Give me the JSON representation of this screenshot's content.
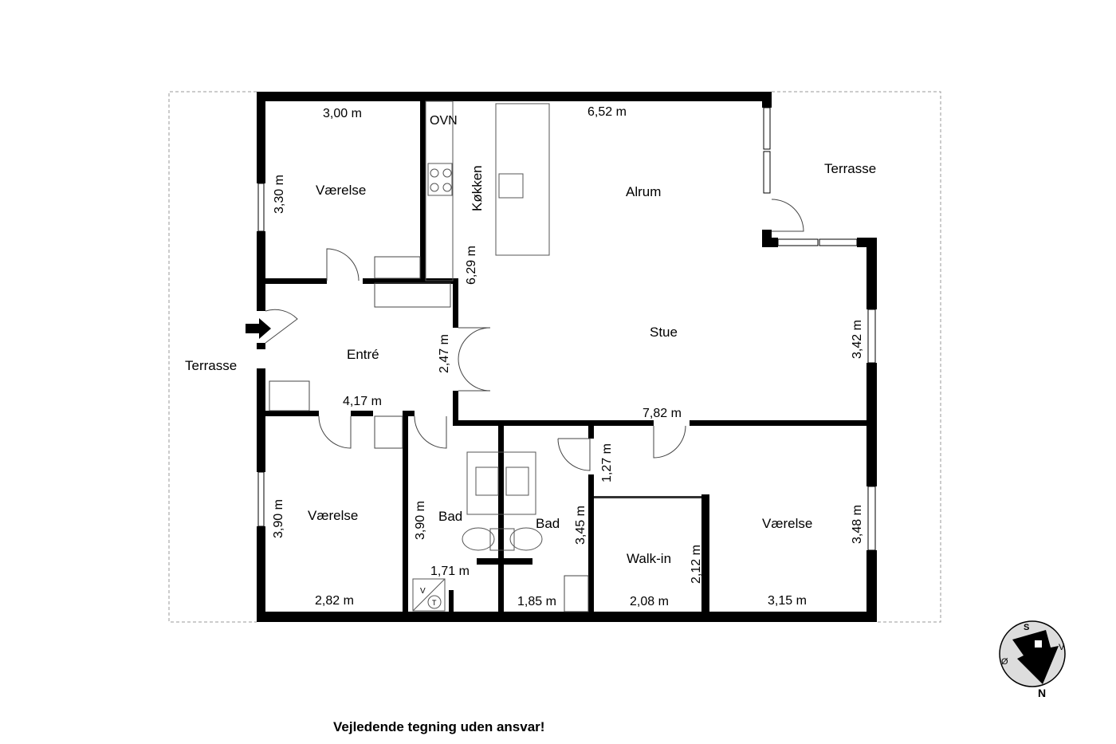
{
  "rooms": {
    "vaerelse_nw": "Værelse",
    "koekken": "Køkken",
    "alrum": "Alrum",
    "terrasse_ne": "Terrasse",
    "terrasse_w": "Terrasse",
    "entre": "Entré",
    "stue": "Stue",
    "vaerelse_sw": "Værelse",
    "bad_1": "Bad",
    "bad_2": "Bad",
    "walkin": "Walk-in",
    "vaerelse_se": "Værelse"
  },
  "appliances": {
    "oven": "OVN",
    "washer": "V",
    "dryer": "T"
  },
  "dimensions": {
    "d1": "3,00 m",
    "d2": "3,30 m",
    "d3": "6,52 m",
    "d4": "6,29 m",
    "d5": "2,47 m",
    "d6": "4,17 m",
    "d7": "3,42 m",
    "d8": "7,82 m",
    "d9": "1,27 m",
    "d10": "3,90 m",
    "d11": "3,90 m",
    "d12": "3,45 m",
    "d13": "1,71 m",
    "d14": "2,82 m",
    "d15": "1,85 m",
    "d16": "2,12 m",
    "d17": "2,08 m",
    "d18": "3,48 m",
    "d19": "3,15 m"
  },
  "compass": {
    "s": "S",
    "v": "V",
    "o": "Ø",
    "n": "N"
  },
  "disclaimer": "Vejledende tegning uden ansvar!"
}
